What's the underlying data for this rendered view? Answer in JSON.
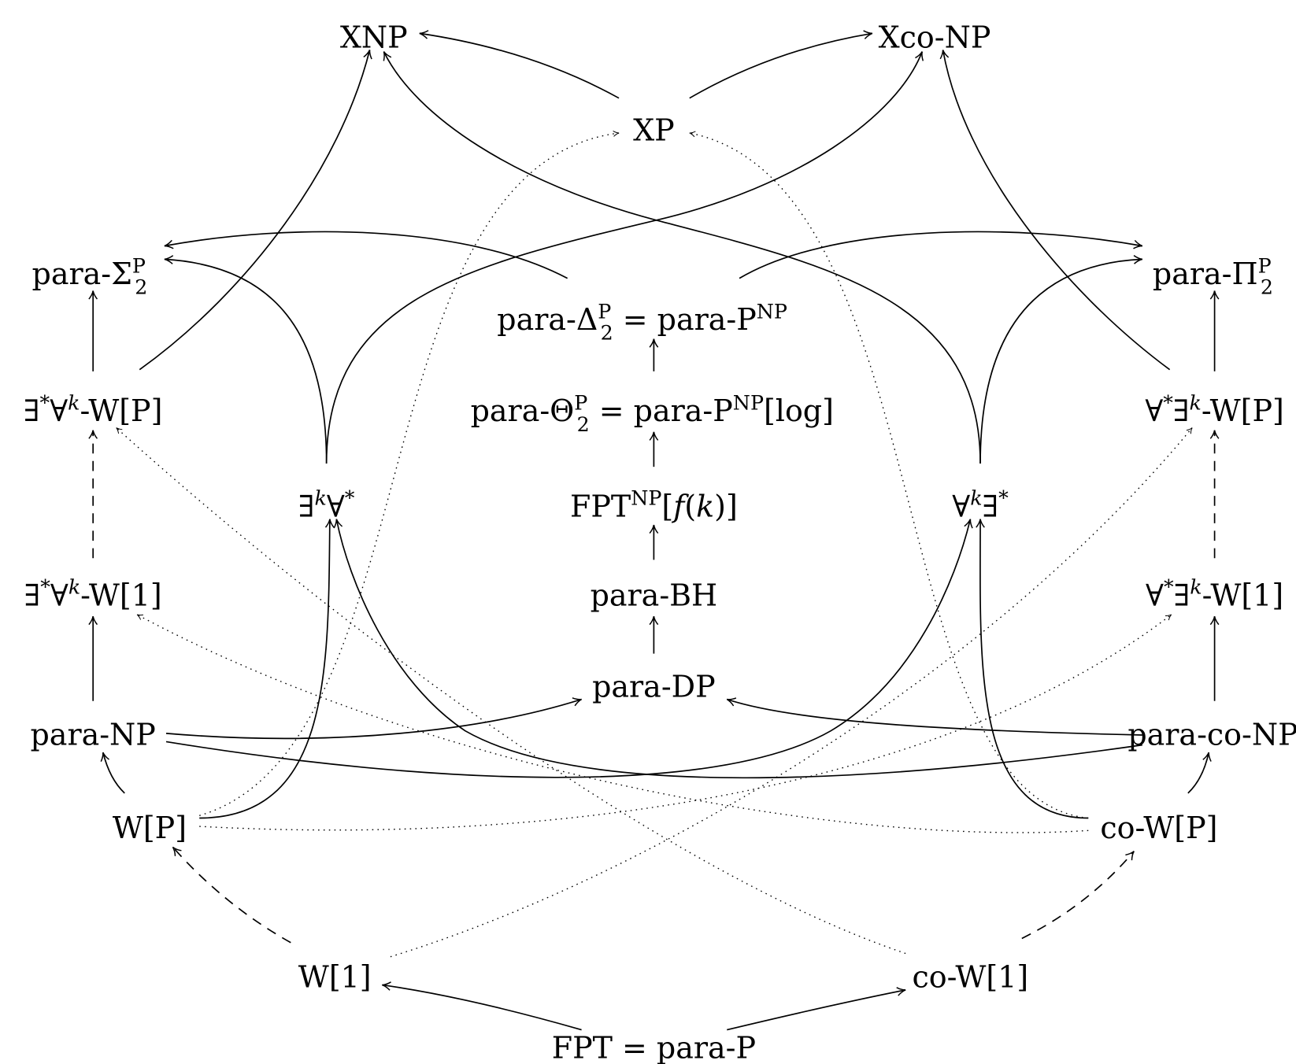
{
  "title": "Parameterized complexity class hierarchy",
  "nodes": [
    {
      "id": "xnp",
      "parts": [
        {
          "t": "XNP"
        }
      ]
    },
    {
      "id": "xconp",
      "parts": [
        {
          "t": "Xco-NP"
        }
      ]
    },
    {
      "id": "xp",
      "parts": [
        {
          "t": "XP"
        }
      ]
    },
    {
      "id": "para-sigma2p",
      "parts": [
        {
          "t": "para-Σ"
        },
        {
          "sup": "P",
          "sub": "2"
        }
      ]
    },
    {
      "id": "para-pi2p",
      "parts": [
        {
          "t": "para-Π"
        },
        {
          "sup": "P",
          "sub": "2"
        }
      ]
    },
    {
      "id": "para-delta2p",
      "parts": [
        {
          "t": "para-Δ"
        },
        {
          "sup": "P",
          "sub": "2"
        },
        {
          "t": " = para-P"
        },
        {
          "sup": "NP"
        }
      ]
    },
    {
      "id": "exists-forall-wp",
      "parts": [
        {
          "t": "∃"
        },
        {
          "sup": "*"
        },
        {
          "t": "∀"
        },
        {
          "sup": "k",
          "it": true
        },
        {
          "t": "-W[P]"
        }
      ]
    },
    {
      "id": "para-theta2p",
      "parts": [
        {
          "t": "para-Θ"
        },
        {
          "sup": "P",
          "sub": "2"
        },
        {
          "t": " = para-P"
        },
        {
          "sup": "NP"
        },
        {
          "t": "[log]"
        }
      ]
    },
    {
      "id": "forall-exists-wp",
      "parts": [
        {
          "t": "∀"
        },
        {
          "sup": "*"
        },
        {
          "t": "∃"
        },
        {
          "sup": "k",
          "it": true
        },
        {
          "t": "-W[P]"
        }
      ]
    },
    {
      "id": "exists-k-forall",
      "parts": [
        {
          "t": "∃"
        },
        {
          "sup": "k",
          "it": true
        },
        {
          "t": "∀"
        },
        {
          "sup": "*"
        }
      ]
    },
    {
      "id": "fpt-np-fk",
      "parts": [
        {
          "t": "FPT"
        },
        {
          "sup": "NP"
        },
        {
          "t": "["
        },
        {
          "t": "f",
          "it": true
        },
        {
          "t": "("
        },
        {
          "t": "k",
          "it": true
        },
        {
          "t": ")]"
        }
      ]
    },
    {
      "id": "forall-k-exists",
      "parts": [
        {
          "t": "∀"
        },
        {
          "sup": "k",
          "it": true
        },
        {
          "t": "∃"
        },
        {
          "sup": "*"
        }
      ]
    },
    {
      "id": "exists-forall-w1",
      "parts": [
        {
          "t": "∃"
        },
        {
          "sup": "*"
        },
        {
          "t": "∀"
        },
        {
          "sup": "k",
          "it": true
        },
        {
          "t": "-W[1]"
        }
      ]
    },
    {
      "id": "para-bh",
      "parts": [
        {
          "t": "para-BH"
        }
      ]
    },
    {
      "id": "forall-exists-w1",
      "parts": [
        {
          "t": "∀"
        },
        {
          "sup": "*"
        },
        {
          "t": "∃"
        },
        {
          "sup": "k",
          "it": true
        },
        {
          "t": "-W[1]"
        }
      ]
    },
    {
      "id": "para-dp",
      "parts": [
        {
          "t": "para-DP"
        }
      ]
    },
    {
      "id": "para-np",
      "parts": [
        {
          "t": "para-NP"
        }
      ]
    },
    {
      "id": "para-conp",
      "parts": [
        {
          "t": "para-co-NP"
        }
      ]
    },
    {
      "id": "wp",
      "parts": [
        {
          "t": "W[P]"
        }
      ]
    },
    {
      "id": "cowp",
      "parts": [
        {
          "t": "co-W[P]"
        }
      ]
    },
    {
      "id": "w1",
      "parts": [
        {
          "t": "W[1]"
        }
      ]
    },
    {
      "id": "cow1",
      "parts": [
        {
          "t": "co-W[1]"
        }
      ]
    },
    {
      "id": "fpt",
      "parts": [
        {
          "t": "FPT = para-P"
        }
      ]
    }
  ],
  "edges": [
    {
      "from": "xp",
      "to": "xnp",
      "style": "solid"
    },
    {
      "from": "xp",
      "to": "xconp",
      "style": "solid"
    },
    {
      "from": "exists-forall-wp",
      "to": "xnp",
      "style": "solid"
    },
    {
      "from": "forall-exists-wp",
      "to": "xconp",
      "style": "solid"
    },
    {
      "from": "forall-k-exists",
      "to": "xnp",
      "style": "solid"
    },
    {
      "from": "exists-k-forall",
      "to": "xconp",
      "style": "solid"
    },
    {
      "from": "exists-k-forall",
      "to": "para-sigma2p",
      "style": "solid"
    },
    {
      "from": "forall-k-exists",
      "to": "para-pi2p",
      "style": "solid"
    },
    {
      "from": "para-delta2p",
      "to": "para-sigma2p",
      "style": "solid"
    },
    {
      "from": "para-delta2p",
      "to": "para-pi2p",
      "style": "solid"
    },
    {
      "from": "exists-forall-wp",
      "to": "para-sigma2p",
      "style": "solid"
    },
    {
      "from": "forall-exists-wp",
      "to": "para-pi2p",
      "style": "solid"
    },
    {
      "from": "para-theta2p",
      "to": "para-delta2p",
      "style": "solid"
    },
    {
      "from": "fpt-np-fk",
      "to": "para-theta2p",
      "style": "solid"
    },
    {
      "from": "para-bh",
      "to": "fpt-np-fk",
      "style": "solid"
    },
    {
      "from": "para-dp",
      "to": "para-bh",
      "style": "solid"
    },
    {
      "from": "para-np",
      "to": "exists-forall-w1",
      "style": "solid"
    },
    {
      "from": "para-conp",
      "to": "forall-exists-w1",
      "style": "solid"
    },
    {
      "from": "wp",
      "to": "para-np",
      "style": "solid"
    },
    {
      "from": "cowp",
      "to": "para-conp",
      "style": "solid"
    },
    {
      "from": "para-np",
      "to": "para-dp",
      "style": "solid"
    },
    {
      "from": "para-conp",
      "to": "para-dp",
      "style": "solid"
    },
    {
      "from": "para-np",
      "to": "forall-k-exists",
      "style": "solid"
    },
    {
      "from": "para-conp",
      "to": "exists-k-forall",
      "style": "solid"
    },
    {
      "from": "wp",
      "to": "exists-k-forall",
      "style": "solid"
    },
    {
      "from": "cowp",
      "to": "forall-k-exists",
      "style": "solid"
    },
    {
      "from": "fpt",
      "to": "w1",
      "style": "solid"
    },
    {
      "from": "fpt",
      "to": "cow1",
      "style": "solid"
    },
    {
      "from": "exists-forall-w1",
      "to": "exists-forall-wp",
      "style": "dashed"
    },
    {
      "from": "forall-exists-w1",
      "to": "forall-exists-wp",
      "style": "dashed"
    },
    {
      "from": "w1",
      "to": "wp",
      "style": "dashed"
    },
    {
      "from": "cow1",
      "to": "cowp",
      "style": "dashed"
    },
    {
      "from": "wp",
      "to": "xp",
      "style": "dotted"
    },
    {
      "from": "cowp",
      "to": "xp",
      "style": "dotted"
    },
    {
      "from": "w1",
      "to": "forall-exists-wp",
      "style": "dotted"
    },
    {
      "from": "cow1",
      "to": "exists-forall-wp",
      "style": "dotted"
    },
    {
      "from": "wp",
      "to": "forall-exists-w1",
      "style": "dotted"
    },
    {
      "from": "cowp",
      "to": "exists-forall-w1",
      "style": "dotted"
    }
  ]
}
